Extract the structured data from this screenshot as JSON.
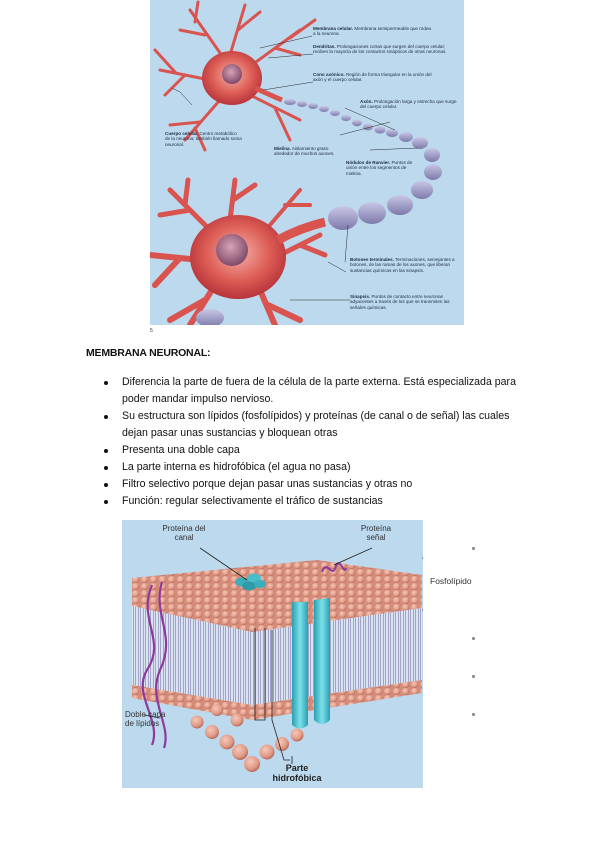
{
  "neuron_figure": {
    "page_number": "5",
    "labels": {
      "membrana": {
        "term": "Membrana celular.",
        "text": "Membrana semipermeable que rodea a la neurona."
      },
      "dendritas": {
        "term": "Dendritas.",
        "text": "Prolongaciones cortas que surgen del cuerpo celular; reciben la mayoría de los contactos sinápticos de otras neuronas."
      },
      "cono": {
        "term": "Cono axónico.",
        "text": "Región de forma triangular en la unión del axón y el cuerpo celular."
      },
      "axon": {
        "term": "Axón.",
        "text": "Prolongación larga y estrecha que surge del cuerpo celular."
      },
      "cuerpo": {
        "term": "Cuerpo celular.",
        "text": "Centro metabólico de la neurona; también llamado soma",
        "italic": "neuronal."
      },
      "mielina": {
        "term": "Mielina.",
        "text": "Aislamiento graso alrededor de muchos axones."
      },
      "ranvier": {
        "term": "Nódulos de Ranvier.",
        "text": "Puntos de unión entre los segmentos de mielina."
      },
      "botones": {
        "term": "Botones terminales.",
        "text": "Terminaciones, semejantes a botones, de las ramas de los axones, que liberan sustancias químicas en las sinapsis."
      },
      "sinapsis": {
        "term": "Sinapsis.",
        "text": "Puntos de contacto entre neuronas adyacentes a través de los que se transmiten las señales químicas."
      }
    }
  },
  "section": {
    "title": "MEMBRANA NEURONAL:",
    "bullets": [
      "Diferencia la parte de fuera de la célula de la parte externa. Está especializada para poder mandar impulso nervioso.",
      "Su estructura son lípidos (fosfolípidos) y proteínas (de canal o de señal) las cuales dejan pasar unas sustancias y bloquean otras",
      "Presenta una doble capa",
      "La parte interna es hidrofóbica (el agua no pasa)",
      "Filtro selectivo porque dejan pasar unas sustancias y otras no",
      "Función: regular selectivamente el tráfico de sustancias"
    ]
  },
  "membrane_figure": {
    "labels": {
      "proteina_canal": "Proteína del canal",
      "proteina_senal": "Proteína señal",
      "doble_capa": "Doble capa de lípidos",
      "parte_hidrofobica": "Parte hidrofóbica",
      "fosfolipido": "Fosfolípido"
    }
  },
  "colors": {
    "figure_background": "#bcd9ee",
    "neuron_red": "#d9534f",
    "myelin": "#9a98c4",
    "lipid_head": "#e09a86",
    "channel_protein": "#49c3d4"
  }
}
